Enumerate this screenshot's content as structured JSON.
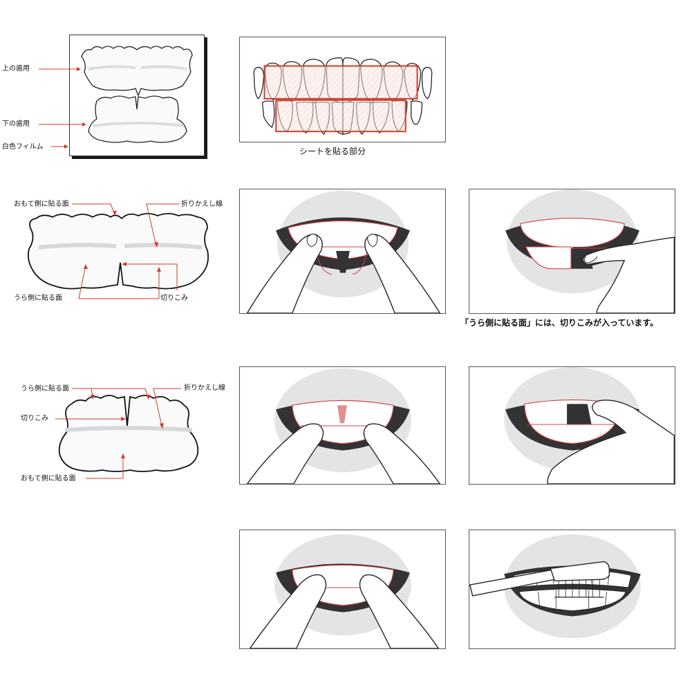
{
  "section1": {
    "upper_label": "上の歯用",
    "lower_label": "下の歯用",
    "film_label": "白色フィルム",
    "teeth_caption": "シートを貼る部分"
  },
  "section2": {
    "front_label": "おもて側に貼る面",
    "fold_label": "折りかえし線",
    "back_label": "うら側に貼る面",
    "notch_label": "切りこみ",
    "note": "「うら側に貼る面」には、切りこみが入っています。"
  },
  "section3": {
    "back_label": "うら側に貼る面",
    "fold_label": "折りかえし線",
    "notch_label": "切りこみ",
    "front_label": "おもて側に貼る面"
  },
  "colors": {
    "accent": "#d23a2a",
    "outline": "#111111",
    "mouth_gray": "#e4e4e4",
    "mouth_dark": "#333333"
  }
}
